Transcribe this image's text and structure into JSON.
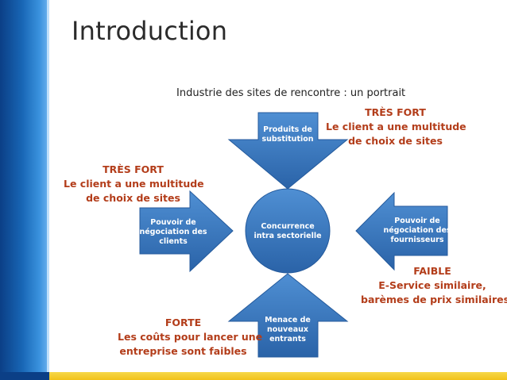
{
  "title": "Introduction",
  "subtitle": "Industrie des sites de rencontre : un portrait",
  "colors": {
    "node_fill": "#2f6fb5",
    "annotation_text": "#b33d1a",
    "accent_bar": "#f2c21a",
    "left_bar": "#1866b5"
  },
  "center": {
    "lines": [
      "Concurrence",
      "intra sectorielle"
    ]
  },
  "forces": {
    "top": {
      "lines": [
        "Produits de",
        "substitution"
      ]
    },
    "left": {
      "lines": [
        "Pouvoir de",
        "négociation des",
        "clients"
      ]
    },
    "right": {
      "lines": [
        "Pouvoir de",
        "négociation des",
        "fournisseurs"
      ]
    },
    "bottom": {
      "lines": [
        "Menace de",
        "nouveaux",
        "entrants"
      ]
    }
  },
  "annotations": {
    "top_right": [
      "TRÈS FORT",
      "Le client a une multitude",
      "de choix de sites"
    ],
    "left": [
      "TRÈS FORT",
      "Le client a une multitude",
      "de choix de sites"
    ],
    "right": [
      "FAIBLE",
      "E-Service similaire,",
      "barèmes de prix similaires"
    ],
    "bottom": [
      "FORTE",
      "Les coûts pour lancer une",
      "entreprise sont faibles"
    ]
  }
}
